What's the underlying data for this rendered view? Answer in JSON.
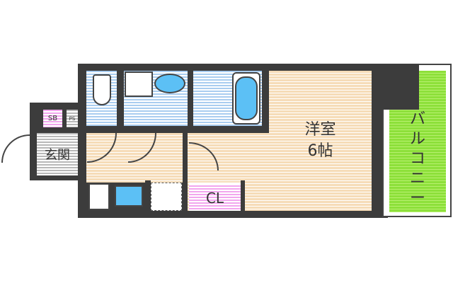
{
  "rooms": {
    "western": {
      "name": "洋室",
      "size": "6帖"
    },
    "balcony": "バルコニー",
    "closet": "CL",
    "entrance": "玄関",
    "shoebox": "SB",
    "pipe_space": "PS"
  },
  "colors": {
    "wall": "#3c3c3c",
    "wood": "#f6dcb8",
    "wet": "#a9cdf0",
    "balcony": "#8de03a",
    "storage": "#f2a6ee"
  }
}
